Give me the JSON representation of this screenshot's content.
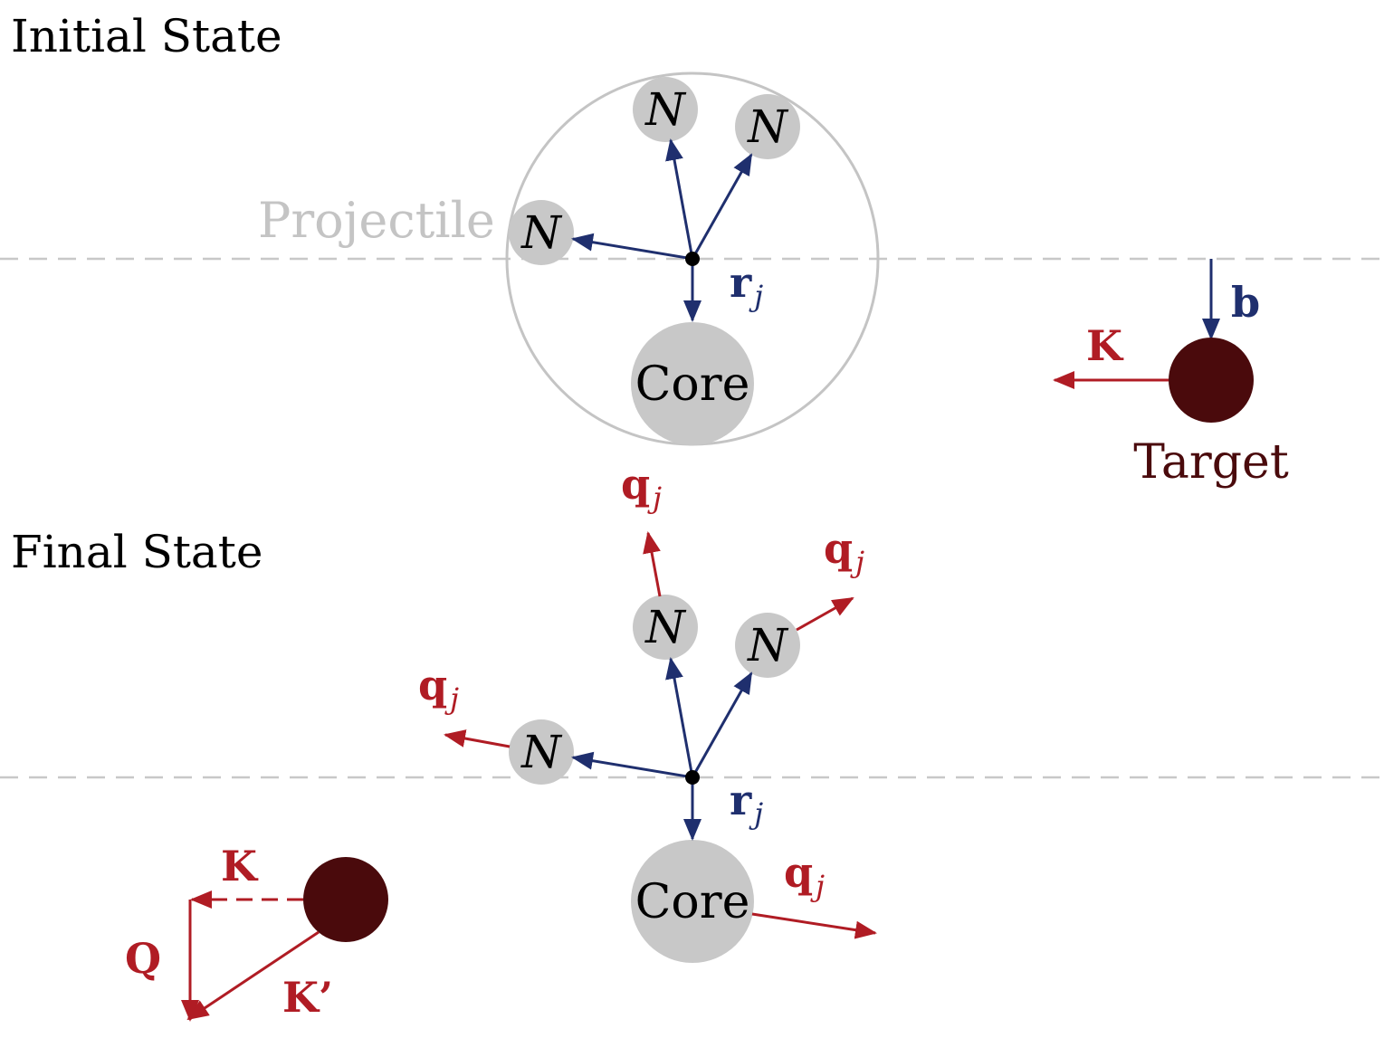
{
  "initial": {
    "title": "Initial State",
    "projectile_label": "Projectile",
    "nucleon_label": "N",
    "core_label": "Core",
    "rj_vector": "r",
    "rj_sub": "j",
    "b_vector": "b",
    "k_vector": "K",
    "target_label": "Target"
  },
  "final": {
    "title": "Final State",
    "nucleon_label": "N",
    "core_label": "Core",
    "rj_vector": "r",
    "rj_sub": "j",
    "qj_vector": "q",
    "qj_sub": "j",
    "k_vector": "K",
    "q_vector": "Q",
    "kprime_vector": "K’"
  },
  "colors": {
    "blue": "#1f2f6e",
    "red": "#b01c24",
    "target": "#4a0a0c",
    "gray": "#c8c8c8",
    "circle": "#c4c4c4"
  }
}
